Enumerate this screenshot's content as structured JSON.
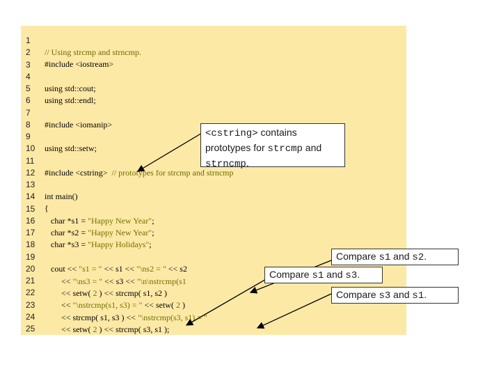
{
  "line_numbers": [
    "1",
    "2",
    "3",
    "4",
    "5",
    "6",
    "7",
    "8",
    "9",
    "10",
    "11",
    "12",
    "13",
    "14",
    "15",
    "16",
    "17",
    "18",
    "19",
    "20",
    "21",
    "22",
    "23",
    "24",
    "25"
  ],
  "code": {
    "l2": "// Using strcmp and strncmp.",
    "l3": "#include <iostream>",
    "l5": "using std::cout;",
    "l6": "using std::endl;",
    "l8": "#include <iomanip>",
    "l10": "using std::setw;",
    "l12a": "#include <cstring>",
    "l12b": "// prototypes for strcmp and strncmp",
    "l14": "int main()",
    "l15": "{",
    "l16a": "   char *s1 = ",
    "l16b": "\"Happy New Year\"",
    "l16c": ";",
    "l17a": "   char *s2 = ",
    "l17b": "\"Happy New Year\"",
    "l17c": ";",
    "l18a": "   char *s3 = ",
    "l18b": "\"Happy Holidays\"",
    "l18c": ";",
    "l20a": "   cout << ",
    "l20b": "\"s1 = \"",
    "l20c": " << s1 << ",
    "l20d": "\"\\ns2 = \"",
    "l20e": " << s2",
    "l21a": "        << ",
    "l21b": "\"\\ns3 = \"",
    "l21c": " << s3 << ",
    "l21d": "\"\\n\\nstrcmp(s1",
    "l22a": "        << setw( ",
    "l22b": "2",
    "l22c": " ) << strcmp( s1, s2 )",
    "l23a": "        << ",
    "l23b": "\"\\nstrcmp(s1, s3) = \"",
    "l23c": " << setw( ",
    "l23d": "2",
    "l23e": " )",
    "l24a": "        << strcmp( s1, s3 ) << ",
    "l24b": "\"\\nstrcmp(s3, s1) = \"",
    "l25a": "        << setw( ",
    "l25b": "2",
    "l25c": " ) << strcmp( s3, s1 );"
  },
  "callouts": {
    "cstring": {
      "part1": "<cstring>",
      "part2": " contains",
      "part3": "prototypes for ",
      "part4": "strcmp",
      "part5": " and",
      "part6": "strncmp",
      "part7": "."
    },
    "s1s2": {
      "a": "Compare ",
      "b": "s1",
      "c": " and ",
      "d": "s2",
      "e": "."
    },
    "s1s3": {
      "a": "Compare ",
      "b": "s1",
      "c": " and ",
      "d": "s3",
      "e": "."
    },
    "s3s1": {
      "a": "Compare ",
      "b": "s3",
      "c": " and ",
      "d": "s1",
      "e": "."
    }
  },
  "colors": {
    "panel": "#fde9a6",
    "comment": "#6b6b00",
    "string": "#707000"
  }
}
